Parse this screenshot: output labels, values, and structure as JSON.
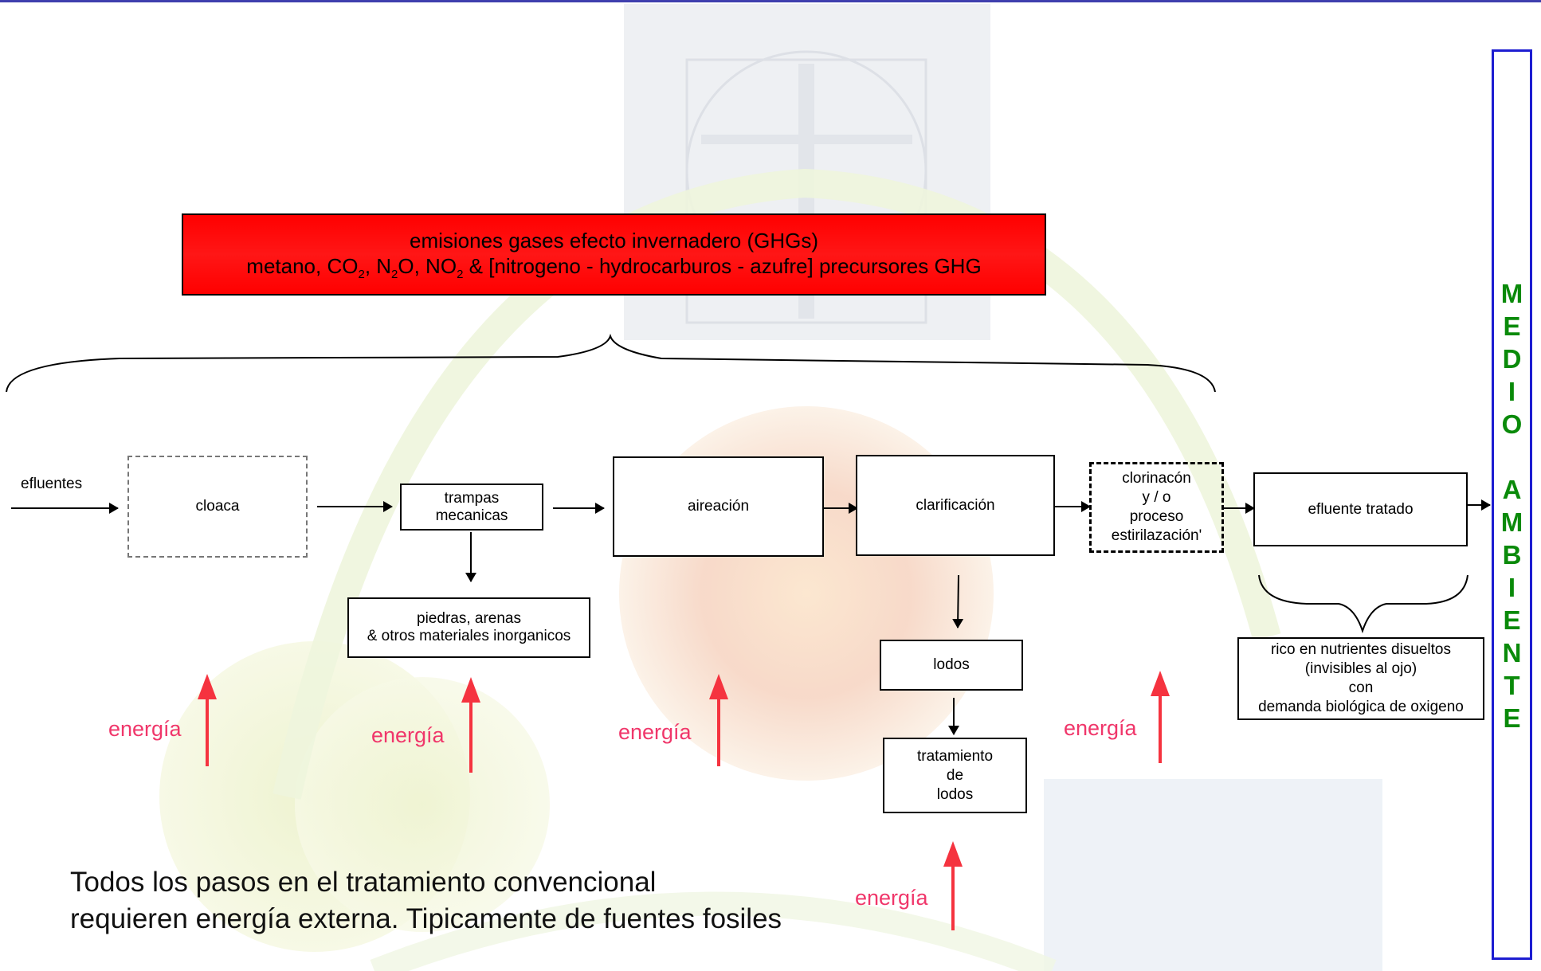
{
  "ghg_box": {
    "line1": "emisiones gases efecto invernadero (GHGs)",
    "line2_prefix": "metano, CO",
    "line2_co2_sub": "2",
    "line2_n2o_pre": ", N",
    "line2_n2o_sub": "2",
    "line2_n2o_post": "O, NO",
    "line2_no2_sub": "2",
    "line2_suffix": " & [nitrogeno - hydrocarburos - azufre] precursores GHG",
    "color": "#ff0000"
  },
  "flow": {
    "input_label": "efluentes",
    "cloaca": "cloaca",
    "trampas": [
      "trampas",
      "mecanicas"
    ],
    "piedras": [
      "piedras, arenas",
      "& otros materiales inorganicos"
    ],
    "aireacion": "aireación",
    "clarificacion": "clarificación",
    "lodos": "lodos",
    "tratamiento_lodos": [
      "tratamiento",
      "de",
      "lodos"
    ],
    "clorinacion": [
      "clorinacón",
      "y / o",
      "proceso",
      "estirilazación'"
    ],
    "efluente_tratado": "efluente tratado",
    "rico": [
      "rico en nutrientes disueltos",
      "(invisibles al ojo)",
      "con",
      "demanda biológica de oxigeno"
    ]
  },
  "energy": {
    "label": "energía",
    "arrow_color": "#f5333f",
    "text_color": "#f0366a"
  },
  "note": {
    "line1": "Todos los pasos en el tratamiento convencional",
    "line2": "requieren energía externa. Tipicamente de fuentes fosiles"
  },
  "medio_ambiente": {
    "letters": [
      "M",
      "E",
      "D",
      "I",
      "O",
      "",
      "A",
      "M",
      "B",
      "I",
      "E",
      "N",
      "T",
      "E"
    ],
    "border_color": "#1d1dd1",
    "text_color": "#0a8a0a"
  }
}
